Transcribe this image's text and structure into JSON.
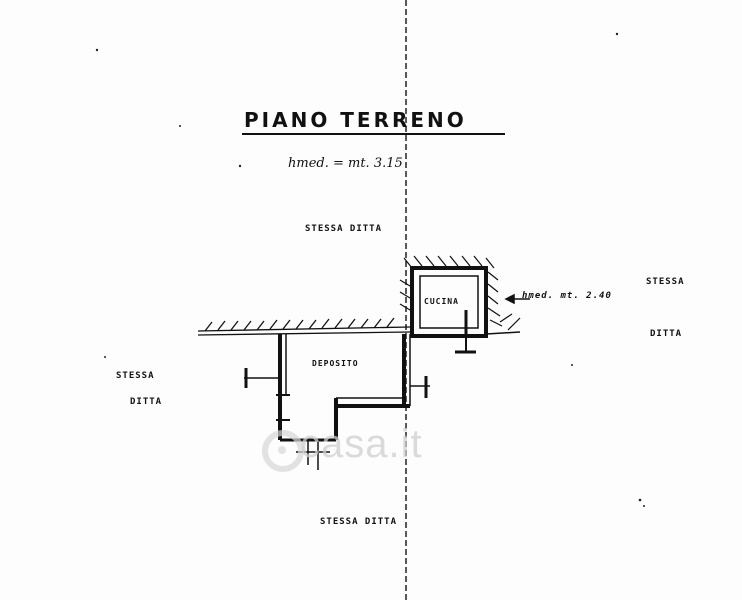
{
  "plan": {
    "title": "PIANO TERRENO",
    "height_note": "hmed. = mt. 3.15",
    "labels": {
      "top_neighbor": "STESSA DITTA",
      "room_upper": "CUCINA",
      "room_lower": "DEPOSITO",
      "right_height": "hmed. mt. 2.40",
      "right_neighbor_line1": "STESSA",
      "right_neighbor_line2": "DITTA",
      "left_neighbor_line1": "STESSA",
      "left_neighbor_line2": "DITTA",
      "bottom_neighbor": "STESSA DITTA"
    }
  },
  "watermark": {
    "text": "casa.it"
  },
  "colors": {
    "ink": "#111111",
    "watermark": "#cfcfcf",
    "paper": "#fdfdfd"
  }
}
